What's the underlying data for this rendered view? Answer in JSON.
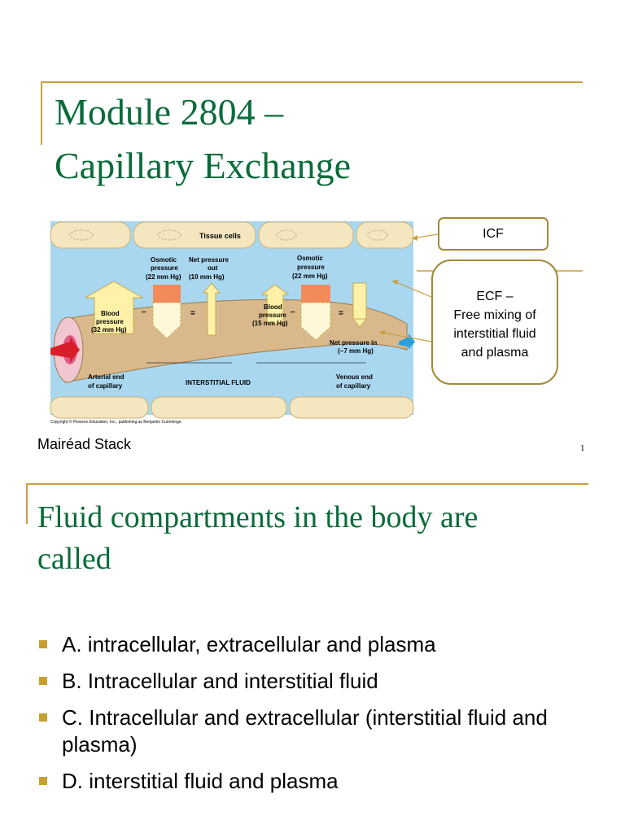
{
  "slide1": {
    "title_line1": "Module 2804 –",
    "title_line2": "Capillary Exchange",
    "author": "Mairéad Stack",
    "page_number": "1",
    "callouts": {
      "icf": "ICF",
      "ecf_title": "ECF –",
      "ecf_line1": "Free mixing of",
      "ecf_line2": "interstitial fluid",
      "ecf_line3": "and plasma"
    },
    "figure": {
      "tissue_cells": "Tissue cells",
      "osmotic_left_1": "Osmotic",
      "osmotic_left_2": "pressure",
      "osmotic_left_3": "(22 mm Hg)",
      "net_out_1": "Net pressure",
      "net_out_2": "out",
      "net_out_3": "(10 mm Hg)",
      "osmotic_right_1": "Osmotic",
      "osmotic_right_2": "pressure",
      "osmotic_right_3": "(22 mm Hg)",
      "blood_left_1": "Blood",
      "blood_left_2": "pressure",
      "blood_left_3": "(32 mm Hg)",
      "blood_right_1": "Blood",
      "blood_right_2": "pressure",
      "blood_right_3": "(15 mm Hg)",
      "net_in_1": "Net pressure in",
      "net_in_2": "(−7 mm Hg)",
      "minus": "–",
      "equals": "=",
      "arterial_1": "Arterial end",
      "arterial_2": "of capillary",
      "interstitial": "INTERSTITIAL FLUID",
      "venous_1": "Venous end",
      "venous_2": "of capillary",
      "copyright": "Copyright © Pearson Education, Inc., publishing as Benjamin Cummings."
    }
  },
  "slide2": {
    "title_line1": "Fluid compartments in the body are",
    "title_line2": "called",
    "options": [
      "A. intracellular, extracellular and plasma",
      "B. Intracellular and interstitial fluid",
      "C. Intracellular and extracellular (interstitial fluid and plasma)",
      "D. interstitial fluid and plasma"
    ]
  },
  "colors": {
    "title_green": "#0b6b3a",
    "accent_gold": "#c8a040",
    "ecf_blue": "#a9d7f0",
    "capillary_tan": "#d9b98c"
  }
}
